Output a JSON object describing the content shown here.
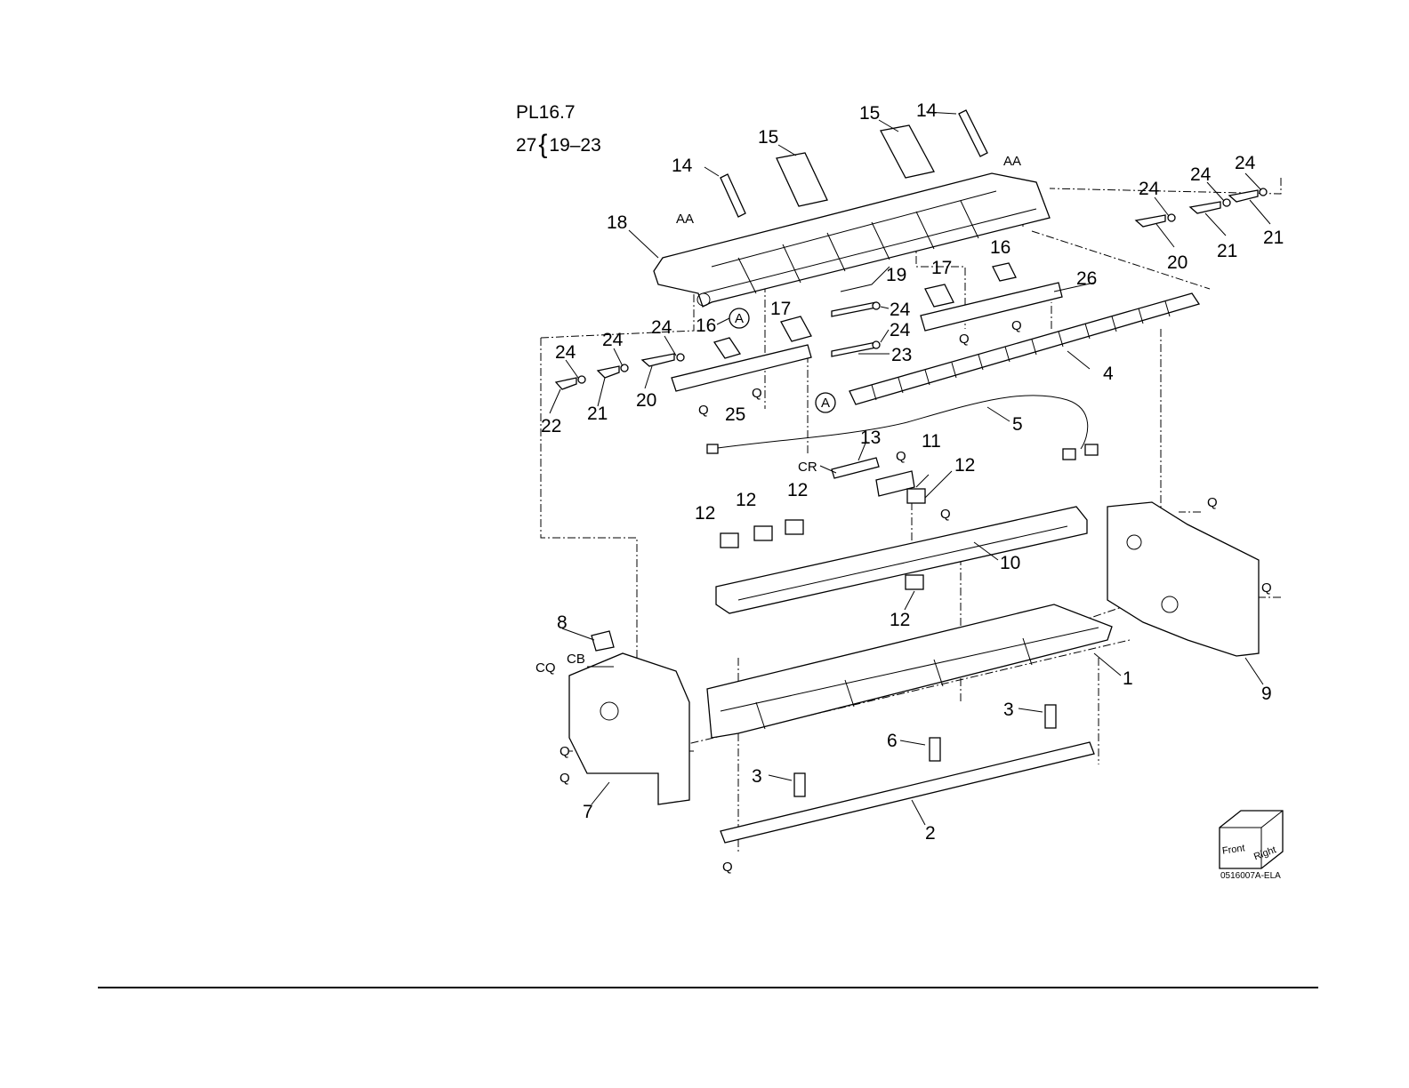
{
  "plate": {
    "title": "PL16.7",
    "group_ref": "27",
    "group_range": "19–23"
  },
  "image_code": "0516007A-ELA",
  "direction_cube": {
    "front_label": "Front",
    "right_label": "Right"
  },
  "reference_letters": {
    "a": "A",
    "aa": "AA",
    "q": "Q",
    "cr": "CR",
    "cq": "CQ",
    "cb": "CB"
  },
  "callouts": [
    "1",
    "2",
    "3",
    "4",
    "5",
    "6",
    "7",
    "8",
    "9",
    "10",
    "11",
    "12",
    "13",
    "14",
    "15",
    "16",
    "17",
    "18",
    "19",
    "20",
    "21",
    "22",
    "23",
    "24",
    "25",
    "26"
  ]
}
